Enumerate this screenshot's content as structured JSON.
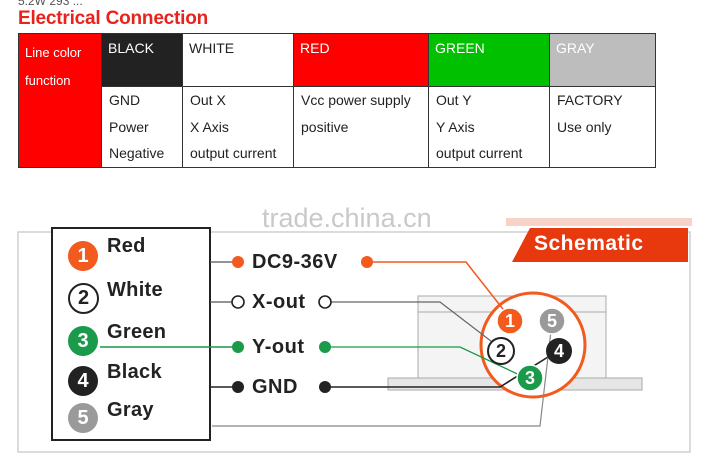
{
  "header": {
    "partial_top_text": "5.2W 293 ...",
    "title": "Electrical Connection"
  },
  "table": {
    "function_header": [
      "Line color",
      "function"
    ],
    "columns": [
      {
        "color_name": "BLACK",
        "bg": "#222222",
        "fg": "#ffffff",
        "lines": [
          "GND",
          "Power",
          "Negative"
        ]
      },
      {
        "color_name": "WHITE",
        "bg": "#ffffff",
        "fg": "#222222",
        "lines": [
          "Out X",
          "X Axis",
          "output current"
        ]
      },
      {
        "color_name": "RED",
        "bg": "#ff0000",
        "fg": "#ffffff",
        "lines": [
          "Vcc power supply",
          "positive",
          ""
        ]
      },
      {
        "color_name": "GREEN",
        "bg": "#00c000",
        "fg": "#ffffff",
        "lines": [
          "Out Y",
          "Y Axis",
          "output current"
        ]
      },
      {
        "color_name": "GRAY",
        "bg": "#bdbdbd",
        "fg": "#ffffff",
        "lines": [
          "FACTORY",
          "Use only",
          ""
        ]
      }
    ]
  },
  "diagram": {
    "watermark": "trade.china.cn",
    "schematic_label": "Schematic",
    "wires": [
      {
        "num": "1",
        "name": "Red",
        "signal": "DC9-36V",
        "badge_bg": "#f25a1e",
        "badge_fg": "#ffffff"
      },
      {
        "num": "2",
        "name": "White",
        "signal": "X-out",
        "badge_bg": "#ffffff",
        "badge_fg": "#222222"
      },
      {
        "num": "3",
        "name": "Green",
        "signal": "Y-out",
        "badge_bg": "#1a9a4a",
        "badge_fg": "#ffffff"
      },
      {
        "num": "4",
        "name": "Black",
        "signal": "GND",
        "badge_bg": "#222222",
        "badge_fg": "#ffffff"
      },
      {
        "num": "5",
        "name": "Gray",
        "signal": "",
        "badge_bg": "#9a9a9a",
        "badge_fg": "#ffffff"
      }
    ],
    "accent_color": "#f25a1e"
  }
}
